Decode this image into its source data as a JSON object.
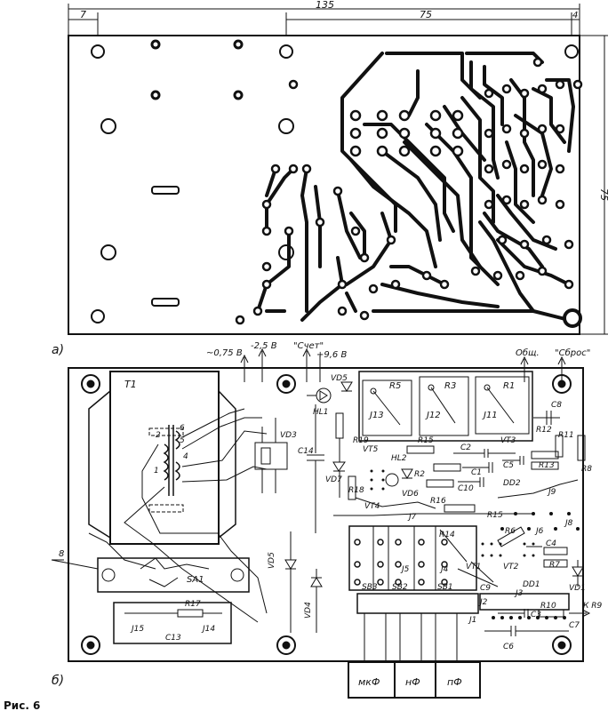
{
  "figure": {
    "caption": "Рис. 6",
    "panel_a": "а)",
    "panel_b": "б)"
  },
  "dimensions": {
    "total_width": "135",
    "left_offset": "7",
    "hole_span": "75",
    "right_offset": "4",
    "height": "75"
  },
  "power_labels": {
    "v075": "~0,75 В",
    "v25": "-2,5 В",
    "count": "\"Счет\"",
    "v96": "+9,6 В",
    "common": "Общ.",
    "reset": "\"Сброс\""
  },
  "components": {
    "transformer": "T1",
    "r5": "R5",
    "r3": "R3",
    "r1": "R1",
    "j13": "J13",
    "j12": "J12",
    "j11": "J11",
    "vd5": "VD5",
    "hl1": "HL1",
    "vd3": "VD3",
    "c14": "C14",
    "r19": "R19",
    "vt5": "VT5",
    "r15": "R15",
    "c2": "C2",
    "vt3": "VT3",
    "r12": "R12",
    "r11": "R11",
    "c8": "C8",
    "r8": "R8",
    "vd7": "VD7",
    "hl2": "HL2",
    "r18": "R18",
    "vd6": "VD6",
    "r2": "R2",
    "c1": "C1",
    "c5": "C5",
    "r13": "R13",
    "r16": "R16",
    "c10": "C10",
    "dd2": "DD2",
    "j9": "J9",
    "vt4": "VT4",
    "r15b": "R15",
    "j7": "J7",
    "j8": "J8",
    "vd5b": "VD5",
    "vd4": "VD4",
    "r14": "R14",
    "r6": "R6",
    "j6": "J6",
    "c4": "C4",
    "r7": "R7",
    "vt1": "VT1",
    "vt2": "VT2",
    "vd1": "VD1",
    "j5": "J5",
    "j4": "J4",
    "c9": "C9",
    "dd1": "DD1",
    "sb3": "SB3",
    "sb2": "SB2",
    "sb1": "SB1",
    "j3": "J3",
    "j2": "J2",
    "j1": "J1",
    "c3": "C3",
    "r10": "R10",
    "c7": "C7",
    "c6": "C6",
    "kr9": "К R9",
    "sa1": "SA1",
    "j15": "J15",
    "r17": "R17",
    "j14": "J14",
    "c13": "C13",
    "pin8": "8",
    "w2": "2",
    "w6": "6",
    "w4": "4",
    "w1": "1",
    "w5": "5"
  },
  "buttons": {
    "mkf": "мкФ",
    "nf": "нФ",
    "pf": "пФ"
  }
}
